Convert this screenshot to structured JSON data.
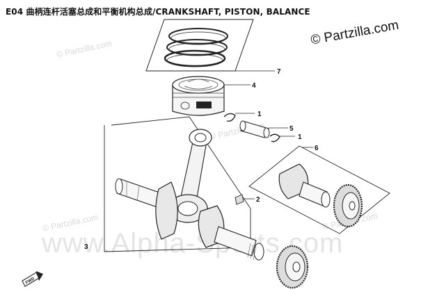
{
  "title": "E04  曲柄连杆活塞总成和平衡机构总成/CRANKSHAFT, PISTON, BALANCE",
  "copyright": "© Partzilla.com",
  "watermark_small": "© Partzilla.com",
  "watermark_big": "www.Alpha-Sports.com",
  "fwd_label": "FWD",
  "callouts": {
    "c7": "7",
    "c4": "4",
    "c1a": "1",
    "c5": "5",
    "c1b": "1",
    "c6": "6",
    "c2": "2",
    "c3": "3"
  }
}
